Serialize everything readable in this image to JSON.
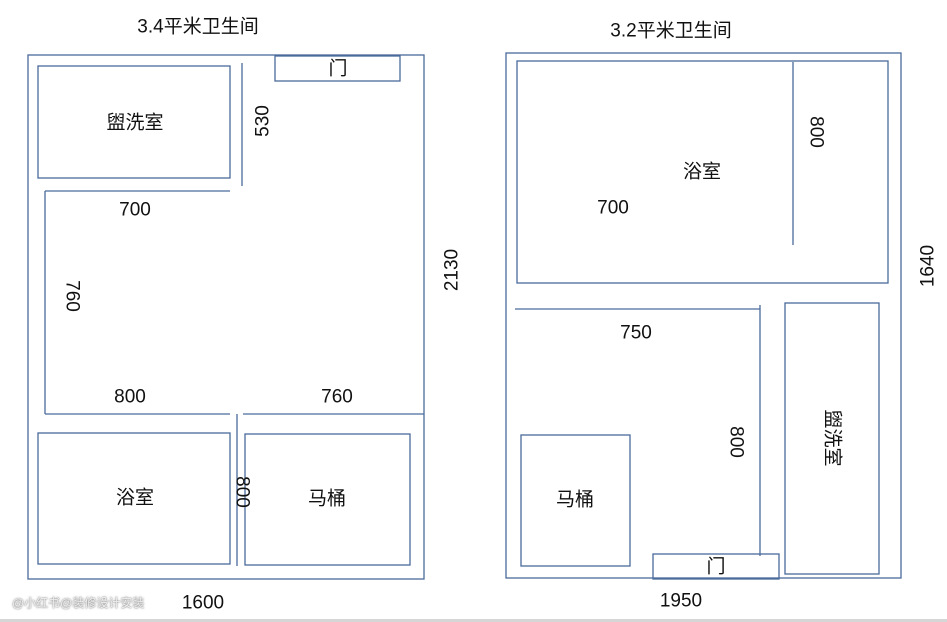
{
  "left_plan": {
    "title": "3.4平米卫生间",
    "rooms": {
      "washroom": "盥洗室",
      "bath": "浴室",
      "toilet": "马桶",
      "door": "门"
    },
    "dims": {
      "width": "1600",
      "height": "2130",
      "d530": "530",
      "d700": "700",
      "d760_v": "760",
      "d800_h": "800",
      "d760_h": "760",
      "d800_v": "800"
    }
  },
  "right_plan": {
    "title": "3.2平米卫生间",
    "rooms": {
      "bath": "浴室",
      "washroom": "盥洗室",
      "toilet": "马桶",
      "door": "门"
    },
    "dims": {
      "width": "1950",
      "height": "1640",
      "d800_top": "800",
      "d700": "700",
      "d750": "750",
      "d800_mid": "800"
    }
  },
  "watermark": "@小红书@装修设计安装"
}
